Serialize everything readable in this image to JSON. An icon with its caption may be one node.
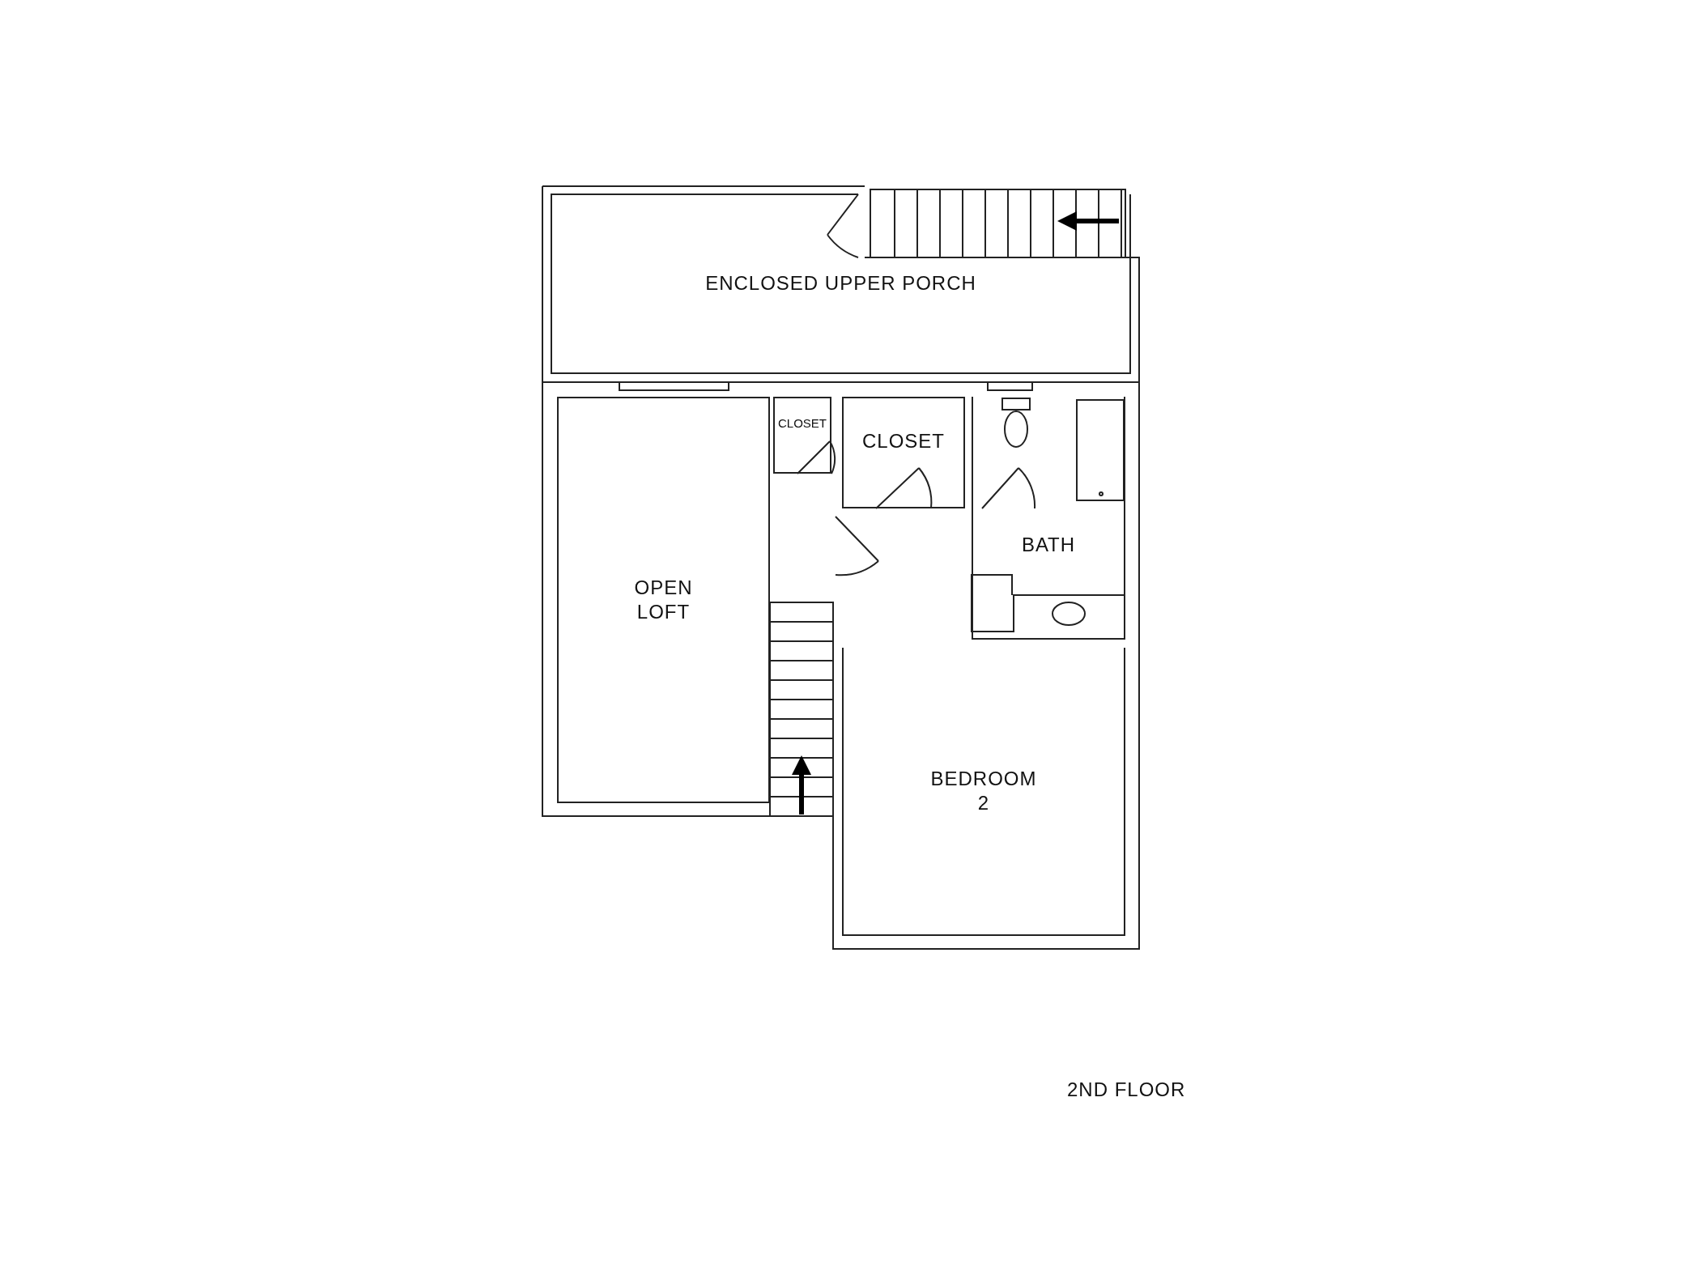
{
  "diagram": {
    "nodes": [
      {
        "text": [
          "ENCLOSED UPPER PORCH"
        ]
      },
      {
        "text": [
          "CLOSET"
        ]
      },
      {
        "text": [
          "CLOSET"
        ]
      },
      {
        "text": [
          "BATH"
        ]
      },
      {
        "text": [
          "OPEN LOFT"
        ]
      },
      {
        "text": [
          "BEDROOM 2"
        ]
      }
    ],
    "labels": [
      "2ND FLOOR"
    ]
  }
}
